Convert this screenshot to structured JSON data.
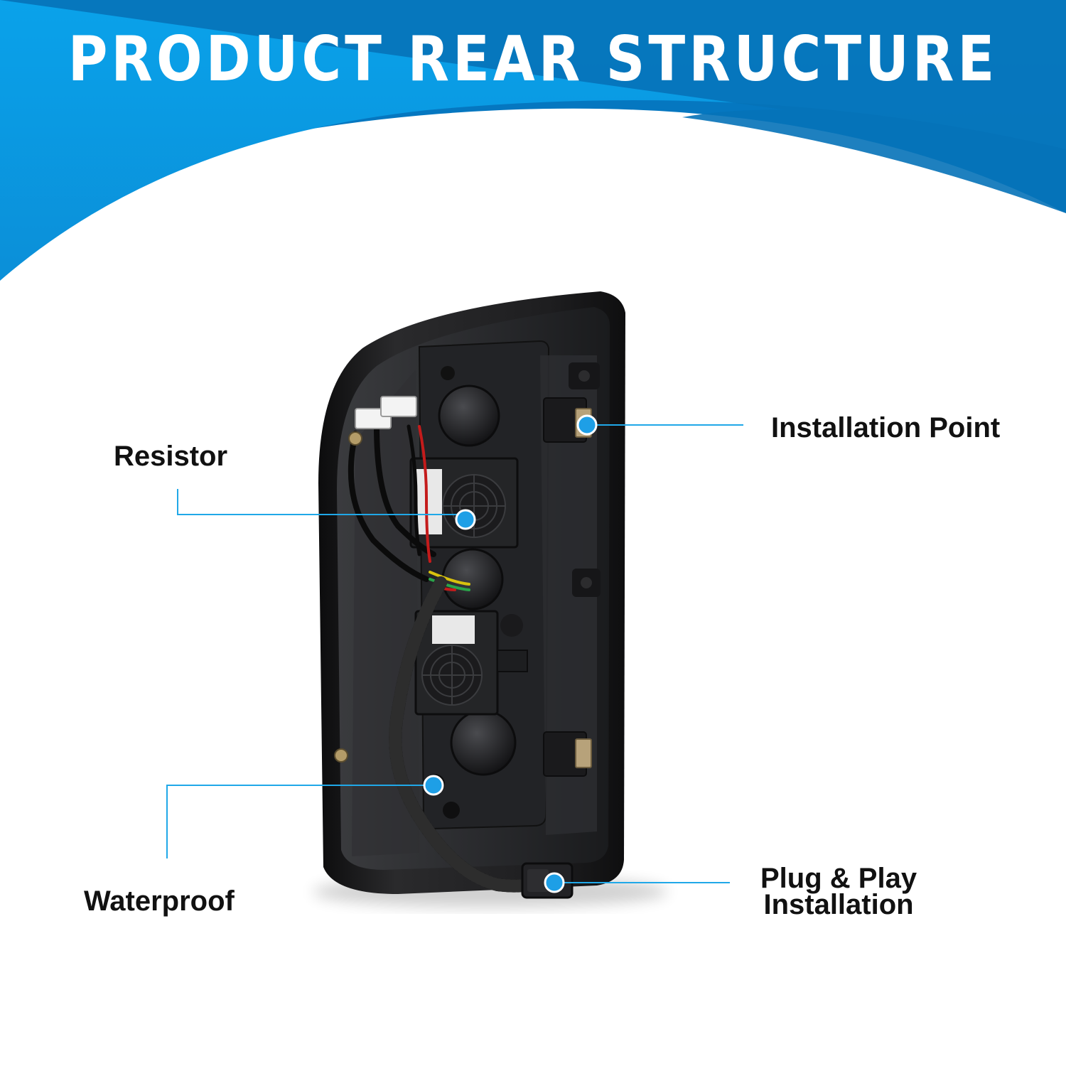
{
  "header": {
    "title": "PRODUCT REAR STRUCTURE"
  },
  "callouts": {
    "installation_point": "Installation Point",
    "resistor": "Resistor",
    "waterproof": "Waterproof",
    "plug_play_line1": "Plug & Play",
    "plug_play_line2": "Installation"
  },
  "colors": {
    "banner_light": "#0a9be3",
    "banner_dark": "#0577c0",
    "callout_line": "#20a8e8",
    "callout_dot": "#1e9fe6",
    "housing": "#1b1b1d",
    "text": "#111111"
  }
}
